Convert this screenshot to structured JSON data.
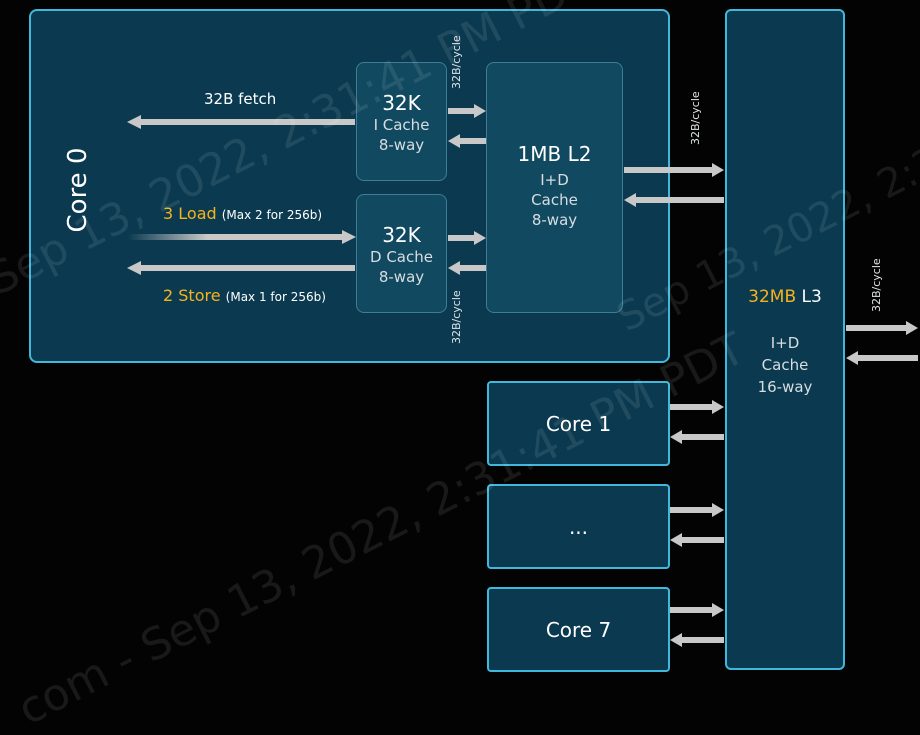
{
  "core0": {
    "title": "Core 0"
  },
  "icache": {
    "size": "32K",
    "name": "I Cache",
    "assoc": "8-way"
  },
  "dcache": {
    "size": "32K",
    "name": "D Cache",
    "assoc": "8-way"
  },
  "l2": {
    "size": "1MB L2",
    "type": "I+D",
    "name": "Cache",
    "assoc": "8-way"
  },
  "l3": {
    "size_value": "32MB",
    "size_unit": " L3",
    "type": "I+D",
    "name": "Cache",
    "assoc": "16-way"
  },
  "labels": {
    "fetch": "32B fetch",
    "load_count": "3 Load",
    "load_note": "(Max 2 for 256b)",
    "store_count": "2 Store",
    "store_note": "(Max 1 for 256b)",
    "bw_icache_l2": "32B/cycle",
    "bw_dcache_l2": "32B/cycle",
    "bw_l2_l3": "32B/cycle",
    "bw_l3_out": "32B/cycle"
  },
  "cores": [
    {
      "label": "Core 1"
    },
    {
      "label": "..."
    },
    {
      "label": "Core 7"
    }
  ],
  "watermarks": [
    "Sep 13, 2022, 2:31:41 PM PDT",
    "com - Sep 13, 2022, 2:31:41 PM PDT",
    "Sep 13, 2022, 2:31:41 PM PDT"
  ],
  "colors": {
    "border": "#3fb8dc",
    "box_fill": "#0b3a50",
    "highlight": "#f6b31c",
    "arrow": "#c8c8c8"
  }
}
